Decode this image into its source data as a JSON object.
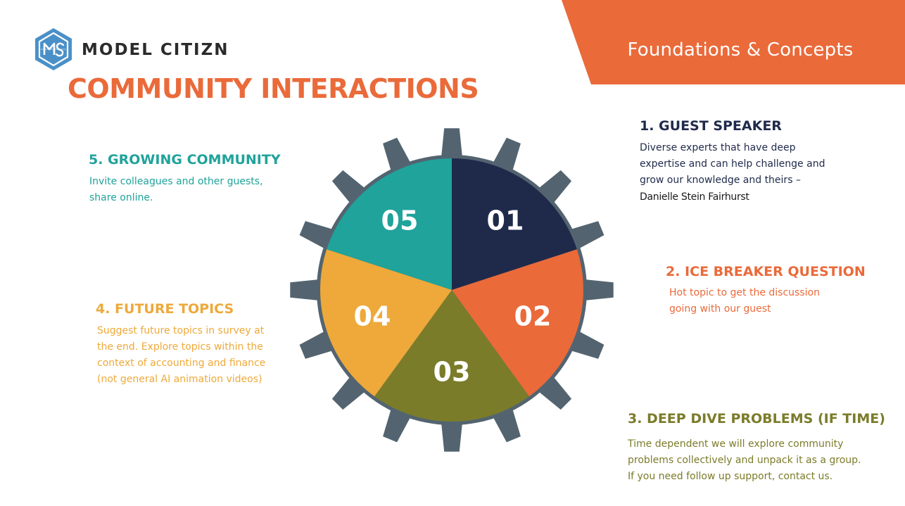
{
  "header": {
    "brand_name": "MODEL CITIZN",
    "logo_icon": "model-citizn-hexagon-logo",
    "banner_title": "Foundations & Concepts",
    "page_title": "COMMUNITY INTERACTIONS"
  },
  "colors": {
    "orange": "#ea6a3a",
    "navy": "#1f2a4b",
    "olive": "#7b7c2a",
    "amber": "#eea93a",
    "teal": "#1fa39b",
    "gear": "#536470",
    "logo_blue": "#4a90c8"
  },
  "gear": {
    "segments": [
      {
        "number": "01",
        "color": "#1f2a4b"
      },
      {
        "number": "02",
        "color": "#ea6a3a"
      },
      {
        "number": "03",
        "color": "#7b7c2a"
      },
      {
        "number": "04",
        "color": "#eea93a"
      },
      {
        "number": "05",
        "color": "#1fa39b"
      }
    ]
  },
  "items": [
    {
      "title": "1. GUEST SPEAKER",
      "text": "Diverse experts that have deep expertise and can help challenge and grow our knowledge and theirs –",
      "signature": "Danielle Stein Fairhurst",
      "color": "#1f2a4b"
    },
    {
      "title": "2. ICE BREAKER QUESTION",
      "text": "Hot topic to get the discussion going with our guest",
      "color": "#ea6a3a"
    },
    {
      "title": "3. DEEP DIVE PROBLEMS (IF TIME)",
      "text": "Time dependent we will explore community problems collectively and unpack it as a group. If you need follow up support, contact us.",
      "color": "#7b7c2a"
    },
    {
      "title": "4. FUTURE TOPICS",
      "text": "Suggest future topics in survey at the end. Explore topics within the context of accounting and finance (not general AI animation videos)",
      "color": "#eea93a"
    },
    {
      "title": "5. GROWING COMMUNITY",
      "text": "Invite colleagues and other guests, share online.",
      "color": "#1fa39b"
    }
  ]
}
